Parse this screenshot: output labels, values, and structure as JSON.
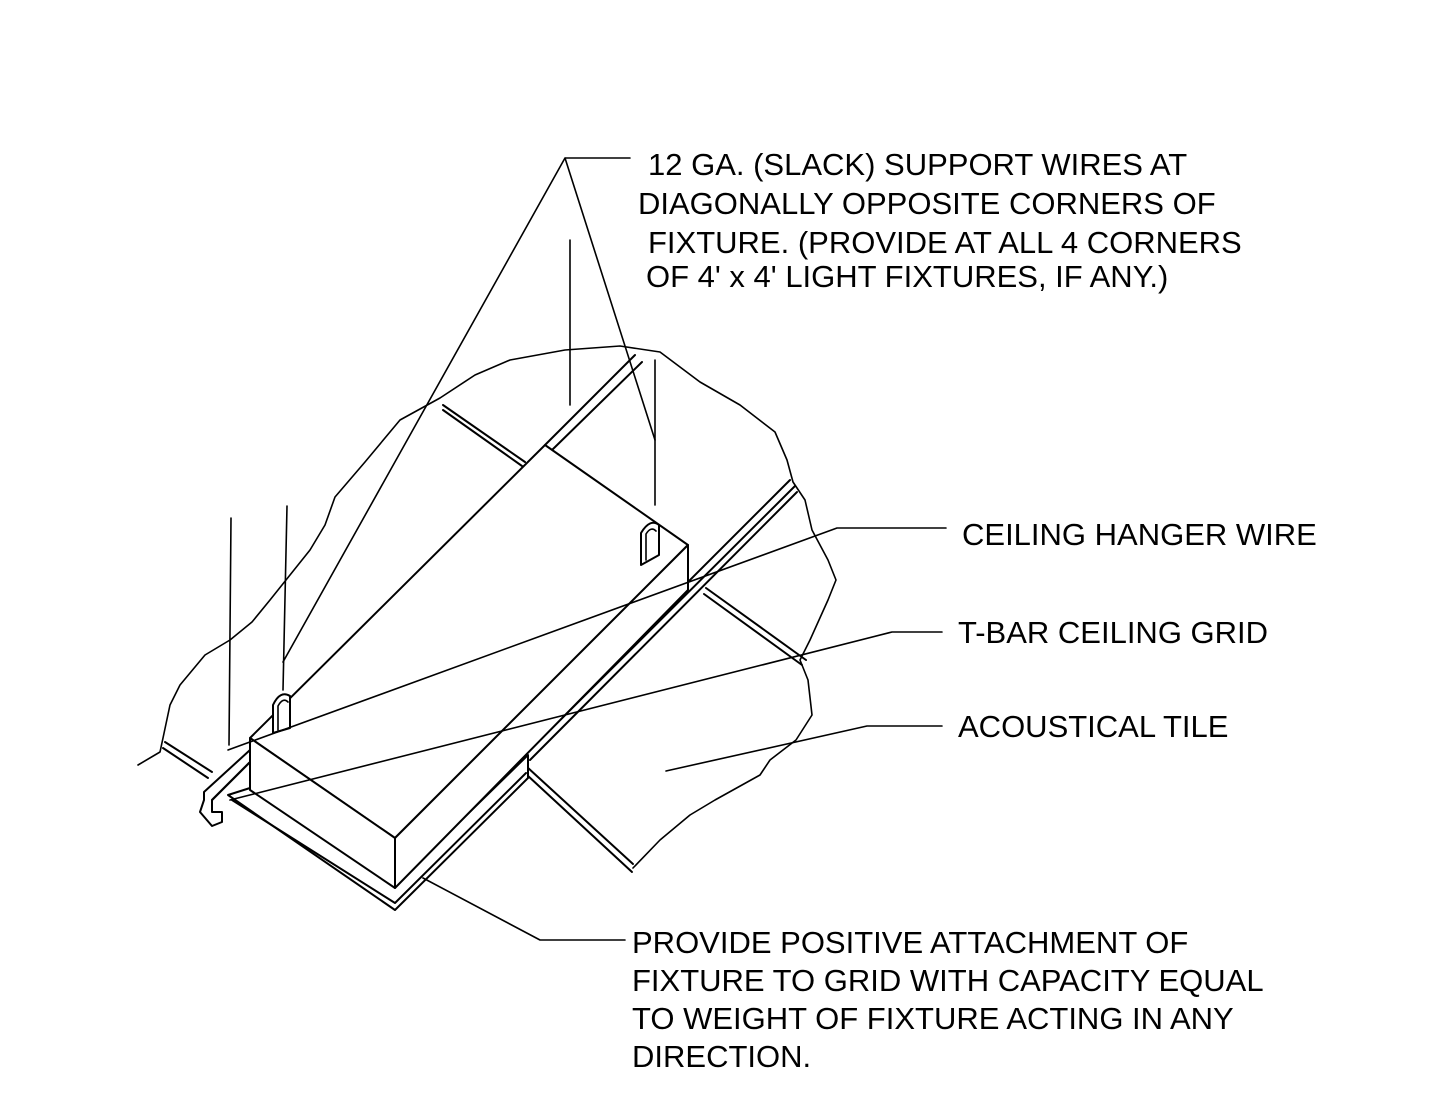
{
  "notes": {
    "support_wires": [
      "12 GA. (SLACK) SUPPORT WIRES AT",
      "DIAGONALLY OPPOSITE CORNERS OF",
      "FIXTURE. (PROVIDE AT ALL 4 CORNERS",
      "OF 4' x 4' LIGHT FIXTURES, IF ANY.)"
    ],
    "hanger_wire": "CEILING HANGER WIRE",
    "tbar_grid": "T-BAR CEILING GRID",
    "acoustical_tile": "ACOUSTICAL TILE",
    "attachment": [
      "PROVIDE POSITIVE ATTACHMENT OF",
      "FIXTURE TO GRID WITH CAPACITY EQUAL",
      "TO WEIGHT OF FIXTURE ACTING IN ANY",
      "DIRECTION."
    ]
  }
}
